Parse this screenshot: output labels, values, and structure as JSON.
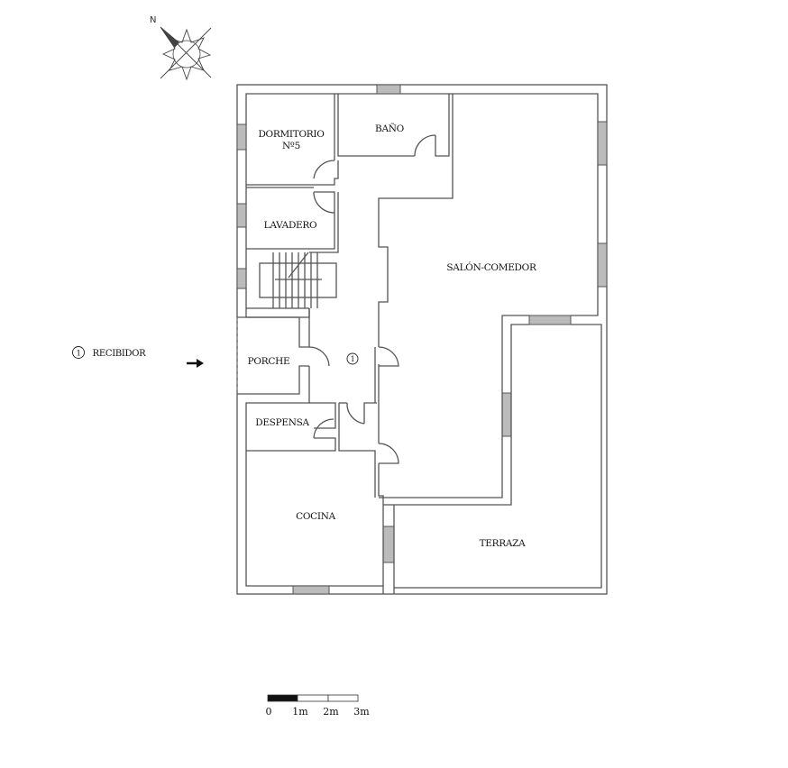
{
  "compass": {
    "north_label": "N"
  },
  "rooms": {
    "dormitorio_line1": "DORMITORIO",
    "dormitorio_line2": "Nº5",
    "bano": "BAÑO",
    "lavadero": "LAVADERO",
    "salon": "SALÓN-COMEDOR",
    "porche": "PORCHE",
    "recibidor_mark": "1",
    "despensa": "DESPENSA",
    "cocina": "COCINA",
    "terraza": "TERRAZA"
  },
  "legend": {
    "number": "1",
    "label": "RECIBIDOR"
  },
  "scale": {
    "ticks": [
      "0",
      "1m",
      "2m",
      "3m"
    ]
  }
}
